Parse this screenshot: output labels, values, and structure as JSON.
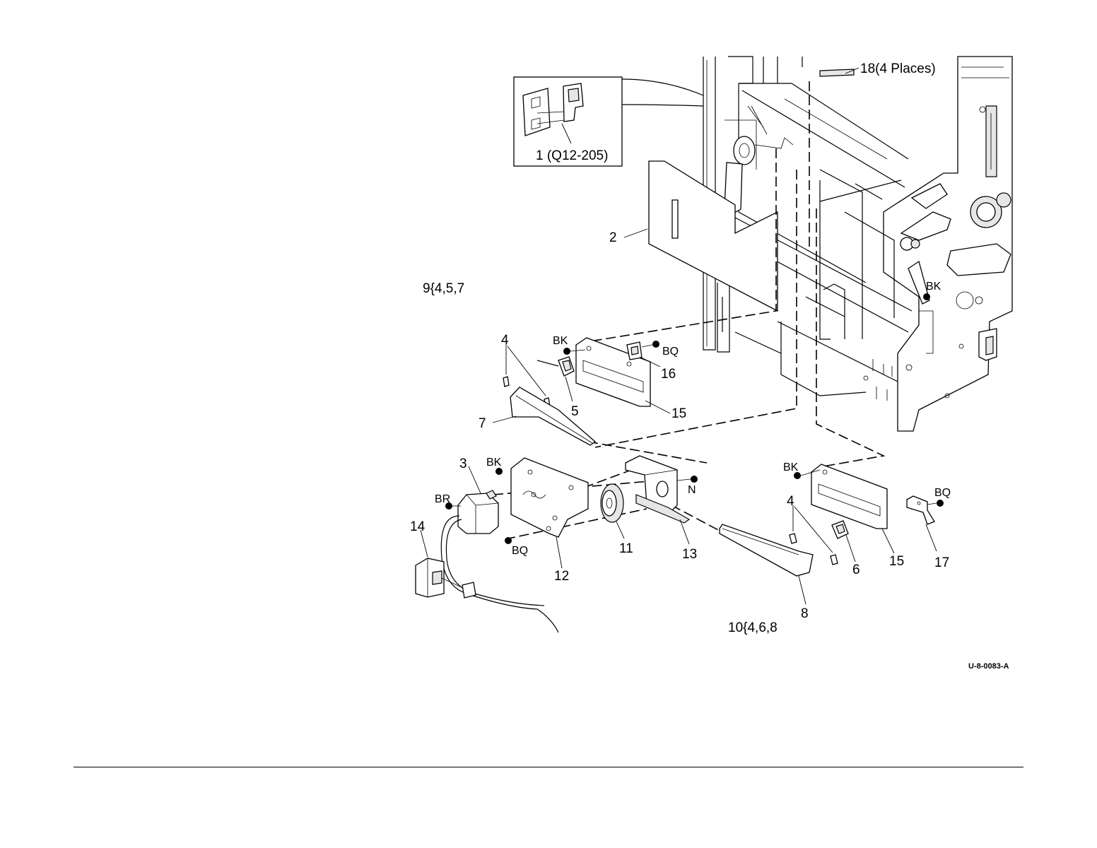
{
  "diagram": {
    "drawing_code": "U-8-0083-A",
    "callouts": {
      "p1": "1 (Q12-205)",
      "p2": "2",
      "p3": "3",
      "p4a": "4",
      "p4b": "4",
      "p5": "5",
      "p6": "6",
      "p7": "7",
      "p8": "8",
      "p9": "9{4,5,7",
      "p10": "10{4,6,8",
      "p11": "11",
      "p12": "12",
      "p13": "13",
      "p14": "14",
      "p15a": "15",
      "p15b": "15",
      "p16": "16",
      "p17": "17",
      "p18": "18(4 Places)"
    },
    "fasteners": {
      "bk1": "BK",
      "bk2": "BK",
      "bk3": "BK",
      "bk4": "BK",
      "bq1": "BQ",
      "bq2": "BQ",
      "bq3": "BQ",
      "br": "BR",
      "n": "N"
    }
  }
}
